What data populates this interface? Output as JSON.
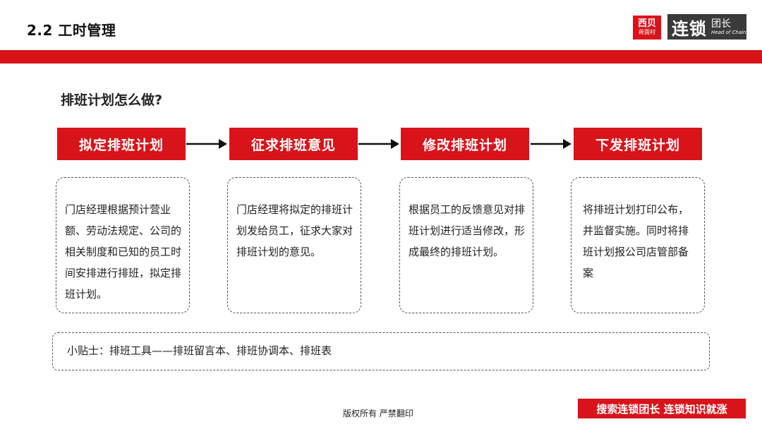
{
  "header": {
    "title": "2.2 工时管理",
    "logo_xibei": {
      "line1": "西贝",
      "line2": "莜面村"
    },
    "logo_liansuo": {
      "main": "连锁",
      "side": "团长",
      "sub": "Head of Chain"
    }
  },
  "colors": {
    "accent": "#d8131a",
    "logo_dark": "#3a3a3a"
  },
  "section": {
    "question": "排班计划怎么做?"
  },
  "steps": [
    {
      "label": "拟定排班计划"
    },
    {
      "label": "征求排班意见"
    },
    {
      "label": "修改排班计划"
    },
    {
      "label": "下发排班计划"
    }
  ],
  "cards": [
    {
      "text": "门店经理根据预计营业额、劳动法规定、公司的相关制度和已知的员工时间安排进行排班，拟定排班计划。"
    },
    {
      "text": "门店经理将拟定的排班计划发给员工，征求大家对排班计划的意见。"
    },
    {
      "text": "根据员工的反馈意见对排班计划进行适当修改，形成最终的排班计划。"
    },
    {
      "text": "将排班计划打印公布，并监督实施。同时将排班计划报公司店管部备案"
    }
  ],
  "tip": {
    "text": "小贴士：排班工具——排班留言本、排班协调本、排班表"
  },
  "footer": {
    "copyright": "版权所有 严禁翻印",
    "banner": "搜索连锁团长 连锁知识就涨"
  }
}
